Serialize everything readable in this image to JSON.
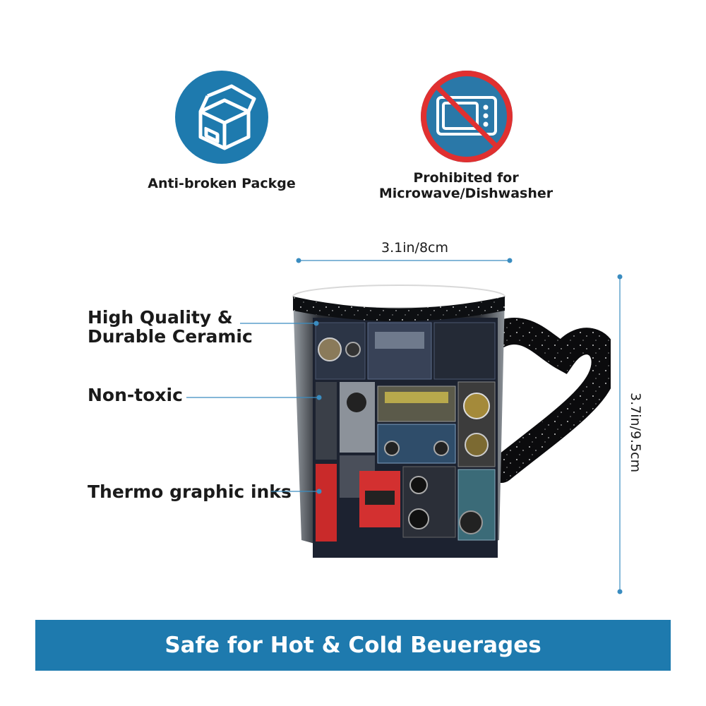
{
  "icons": {
    "package": {
      "caption": "Anti-broken Packge",
      "color": "#1e7aae"
    },
    "microwave": {
      "caption_line1": "Prohibited for",
      "caption_line2": "Microwave/Dishwasher",
      "color": "#2a78a8",
      "ring": "#e03030"
    }
  },
  "dimensions": {
    "width_label": "3.1in/8cm",
    "height_label": "3.7in/9.5cm",
    "line_color": "#3a8cc0"
  },
  "features": {
    "quality_line1": "High Quality &",
    "quality_line2": "Durable Ceramic",
    "nontoxic": "Non-toxic",
    "inks": "Thermo graphic inks"
  },
  "banner": {
    "text": "Safe for Hot & Cold Beuerages",
    "color": "#1e7aae"
  }
}
